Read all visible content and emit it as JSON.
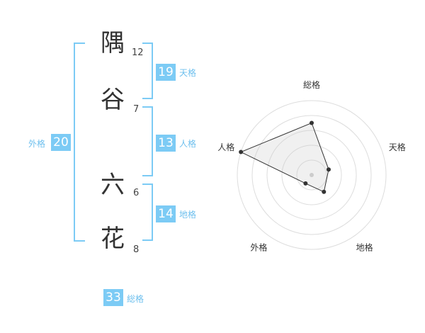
{
  "name": {
    "chars": [
      {
        "char": "隅",
        "strokes": "12"
      },
      {
        "char": "谷",
        "strokes": "7"
      },
      {
        "char": "六",
        "strokes": "6"
      },
      {
        "char": "花",
        "strokes": "8"
      }
    ]
  },
  "kaku": {
    "tenkaku": {
      "value": "19",
      "label": "天格"
    },
    "jinkaku": {
      "value": "13",
      "label": "人格"
    },
    "chikaku": {
      "value": "14",
      "label": "地格"
    },
    "gaikaku": {
      "value": "20",
      "label": "外格"
    },
    "soukaku": {
      "value": "33",
      "label": "総格"
    }
  },
  "chart_data": {
    "type": "radar",
    "axes": [
      "総格",
      "天格",
      "地格",
      "外格",
      "人格"
    ],
    "values": [
      3.5,
      1.2,
      1.4,
      0.7,
      5.0
    ],
    "max": 5,
    "rings": 5
  },
  "colors": {
    "accent": "#7ccbf5",
    "accent_text": "#6fc0ee",
    "text": "#333333"
  }
}
